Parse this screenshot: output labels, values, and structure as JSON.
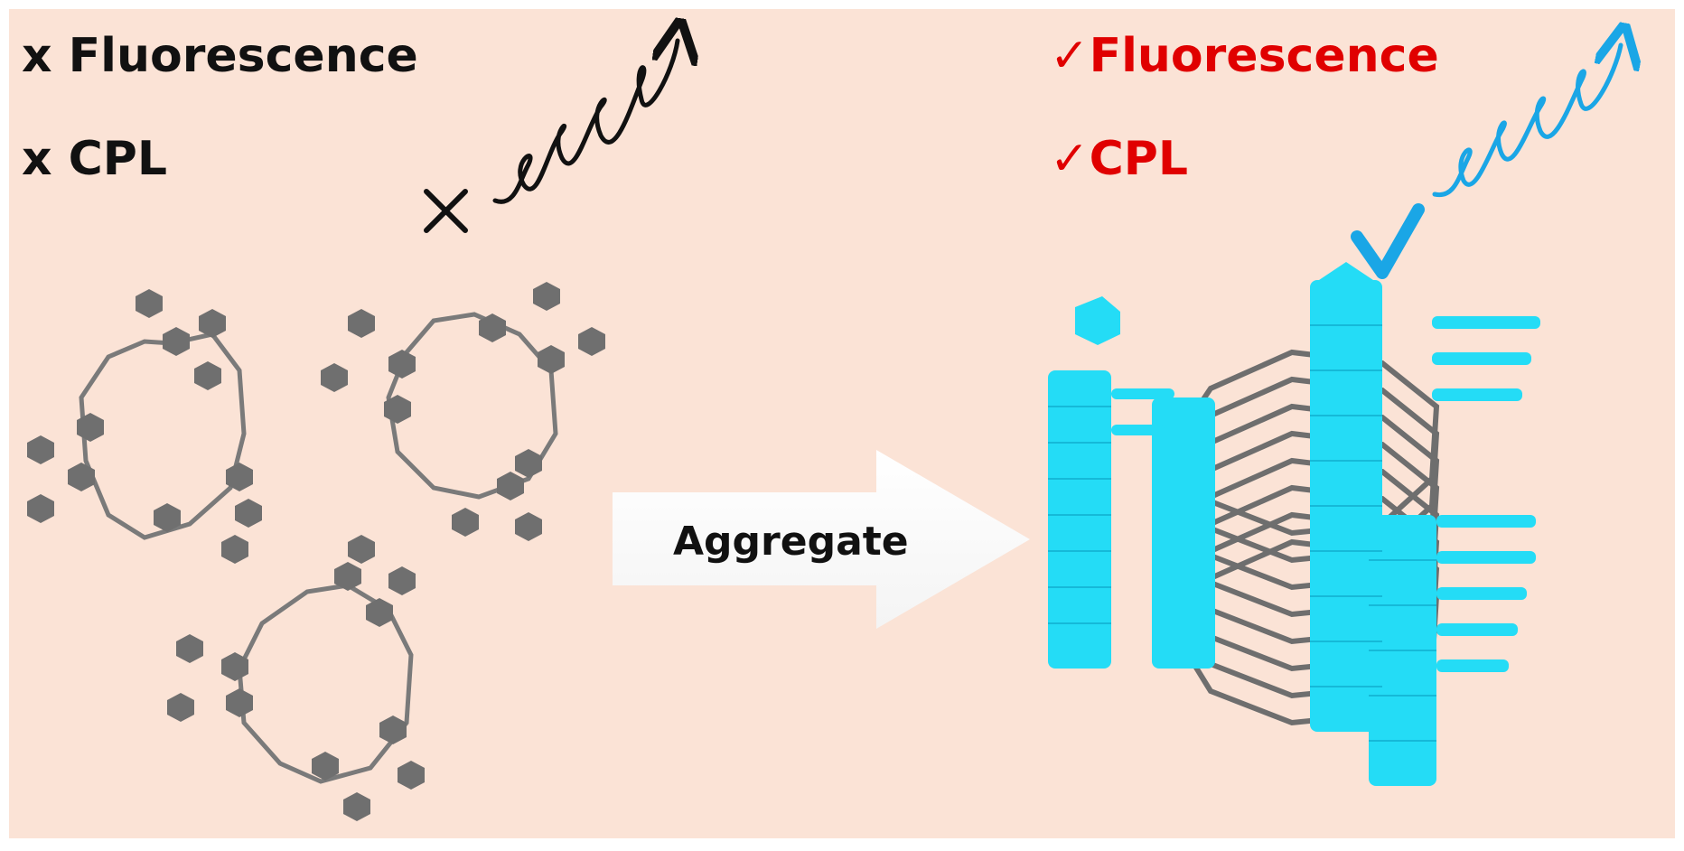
{
  "left_panel": {
    "line1": "x Fluorescence",
    "line2": "x CPL",
    "wave_color": "#111111",
    "mark_icon": "cross-icon"
  },
  "right_panel": {
    "line1": "✓Fluorescence",
    "line2": "✓CPL",
    "wave_color": "#1aa6e6",
    "mark_icon": "check-icon"
  },
  "arrow": {
    "label": "Aggregate"
  },
  "colors": {
    "background": "#fbe3d6",
    "monomer": "#7a7a7a",
    "aggregate": "#24dcf6",
    "label_red": "#e00000"
  }
}
